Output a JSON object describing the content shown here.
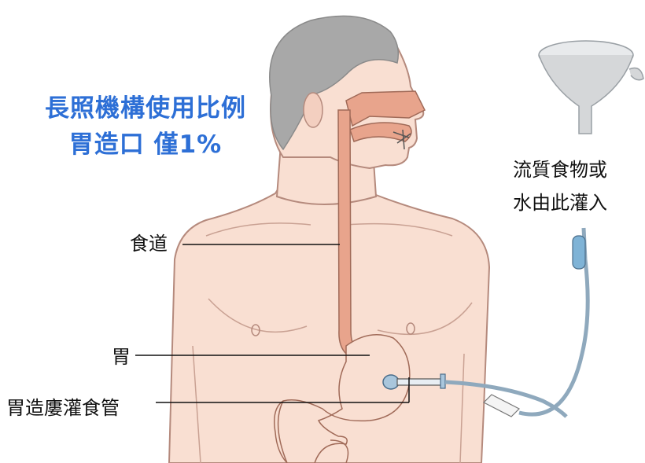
{
  "title": {
    "line1": "長照機構使用比例",
    "line2": "胃造口 僅1%"
  },
  "labels": {
    "esophagus": "食道",
    "stomach": "胃",
    "gastrostomy_tube": "胃造廔灌食管",
    "funnel_line1": "流質食物或",
    "funnel_line2": "水由此灌入"
  },
  "colors": {
    "title": "#2d6fd6",
    "skin": "#f9dfd2",
    "skin_outline": "#b58a7d",
    "hair": "#a8a8a8",
    "esophagus": "#e8a48c",
    "tube": "#a9c6dc",
    "funnel": "#d5d7d9"
  }
}
